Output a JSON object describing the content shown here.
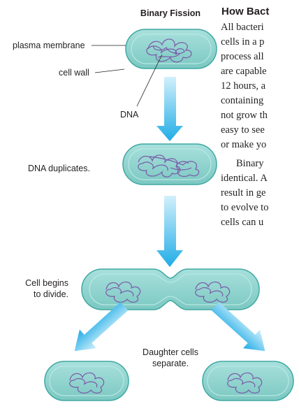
{
  "diagram": {
    "title": "Binary Fission",
    "labels": {
      "plasma_membrane": "plasma membrane",
      "cell_wall": "cell wall",
      "dna": "DNA",
      "dna_duplicates": "DNA duplicates.",
      "cell_begins_1": "Cell begins",
      "cell_begins_2": "to divide.",
      "daughter_1": "Daughter cells",
      "daughter_2": "separate."
    },
    "colors": {
      "cell_fill": "#8fd4cf",
      "cell_edge": "#3ea8a2",
      "dna": "#7a5aa8",
      "arrow_light": "#c8ecfb",
      "arrow_dark": "#22aee8"
    }
  },
  "article": {
    "heading": "How Bact",
    "lines": [
      "All bacteri",
      "cells in a p",
      "process all",
      "are capable",
      "12 hours, a",
      "containing",
      "not grow th",
      "easy to see",
      "or make yo",
      "Binary",
      "identical. A",
      "result in ge",
      "to evolve to",
      "cells can u"
    ]
  }
}
